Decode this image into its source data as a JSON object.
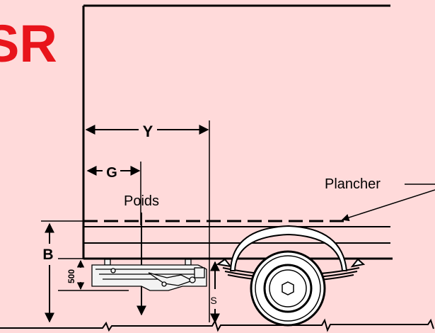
{
  "title": {
    "text": "SR",
    "color": "#e8141b"
  },
  "labels": {
    "y": "Y",
    "g": "G",
    "poids": "Poids",
    "plancher": "Plancher",
    "b": "B",
    "dim_500": "500",
    "s": "S"
  },
  "colors": {
    "background": "#ffdada",
    "line": "#000000"
  }
}
